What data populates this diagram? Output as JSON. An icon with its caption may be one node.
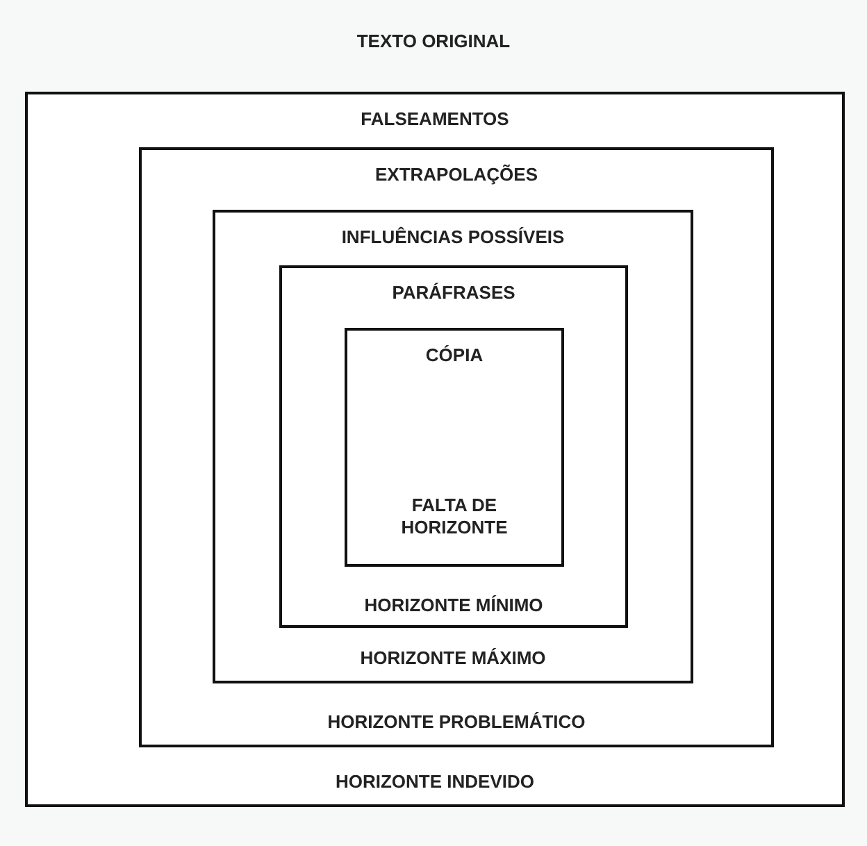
{
  "diagram": {
    "nodes": [
      {
        "text": [
          "TEXTO ORIGINAL"
        ]
      },
      {
        "text": [
          "FALSEAMENTOS",
          "HORIZONTE INDEVIDO"
        ],
        "in": 0
      },
      {
        "text": [
          "EXTRAPOLAÇÕES",
          "HORIZONTE PROBLEMÁTICO"
        ],
        "in": 1
      },
      {
        "text": [
          "INFLUÊNCIAS POSSÍVEIS",
          "HORIZONTE MÁXIMO"
        ],
        "in": 2
      },
      {
        "text": [
          "PARÁFRASES",
          "HORIZONTE MÍNIMO"
        ],
        "in": 3
      },
      {
        "text": [
          "CÓPIA",
          "FALTA DE HORIZONTE"
        ],
        "in": 4
      }
    ]
  }
}
